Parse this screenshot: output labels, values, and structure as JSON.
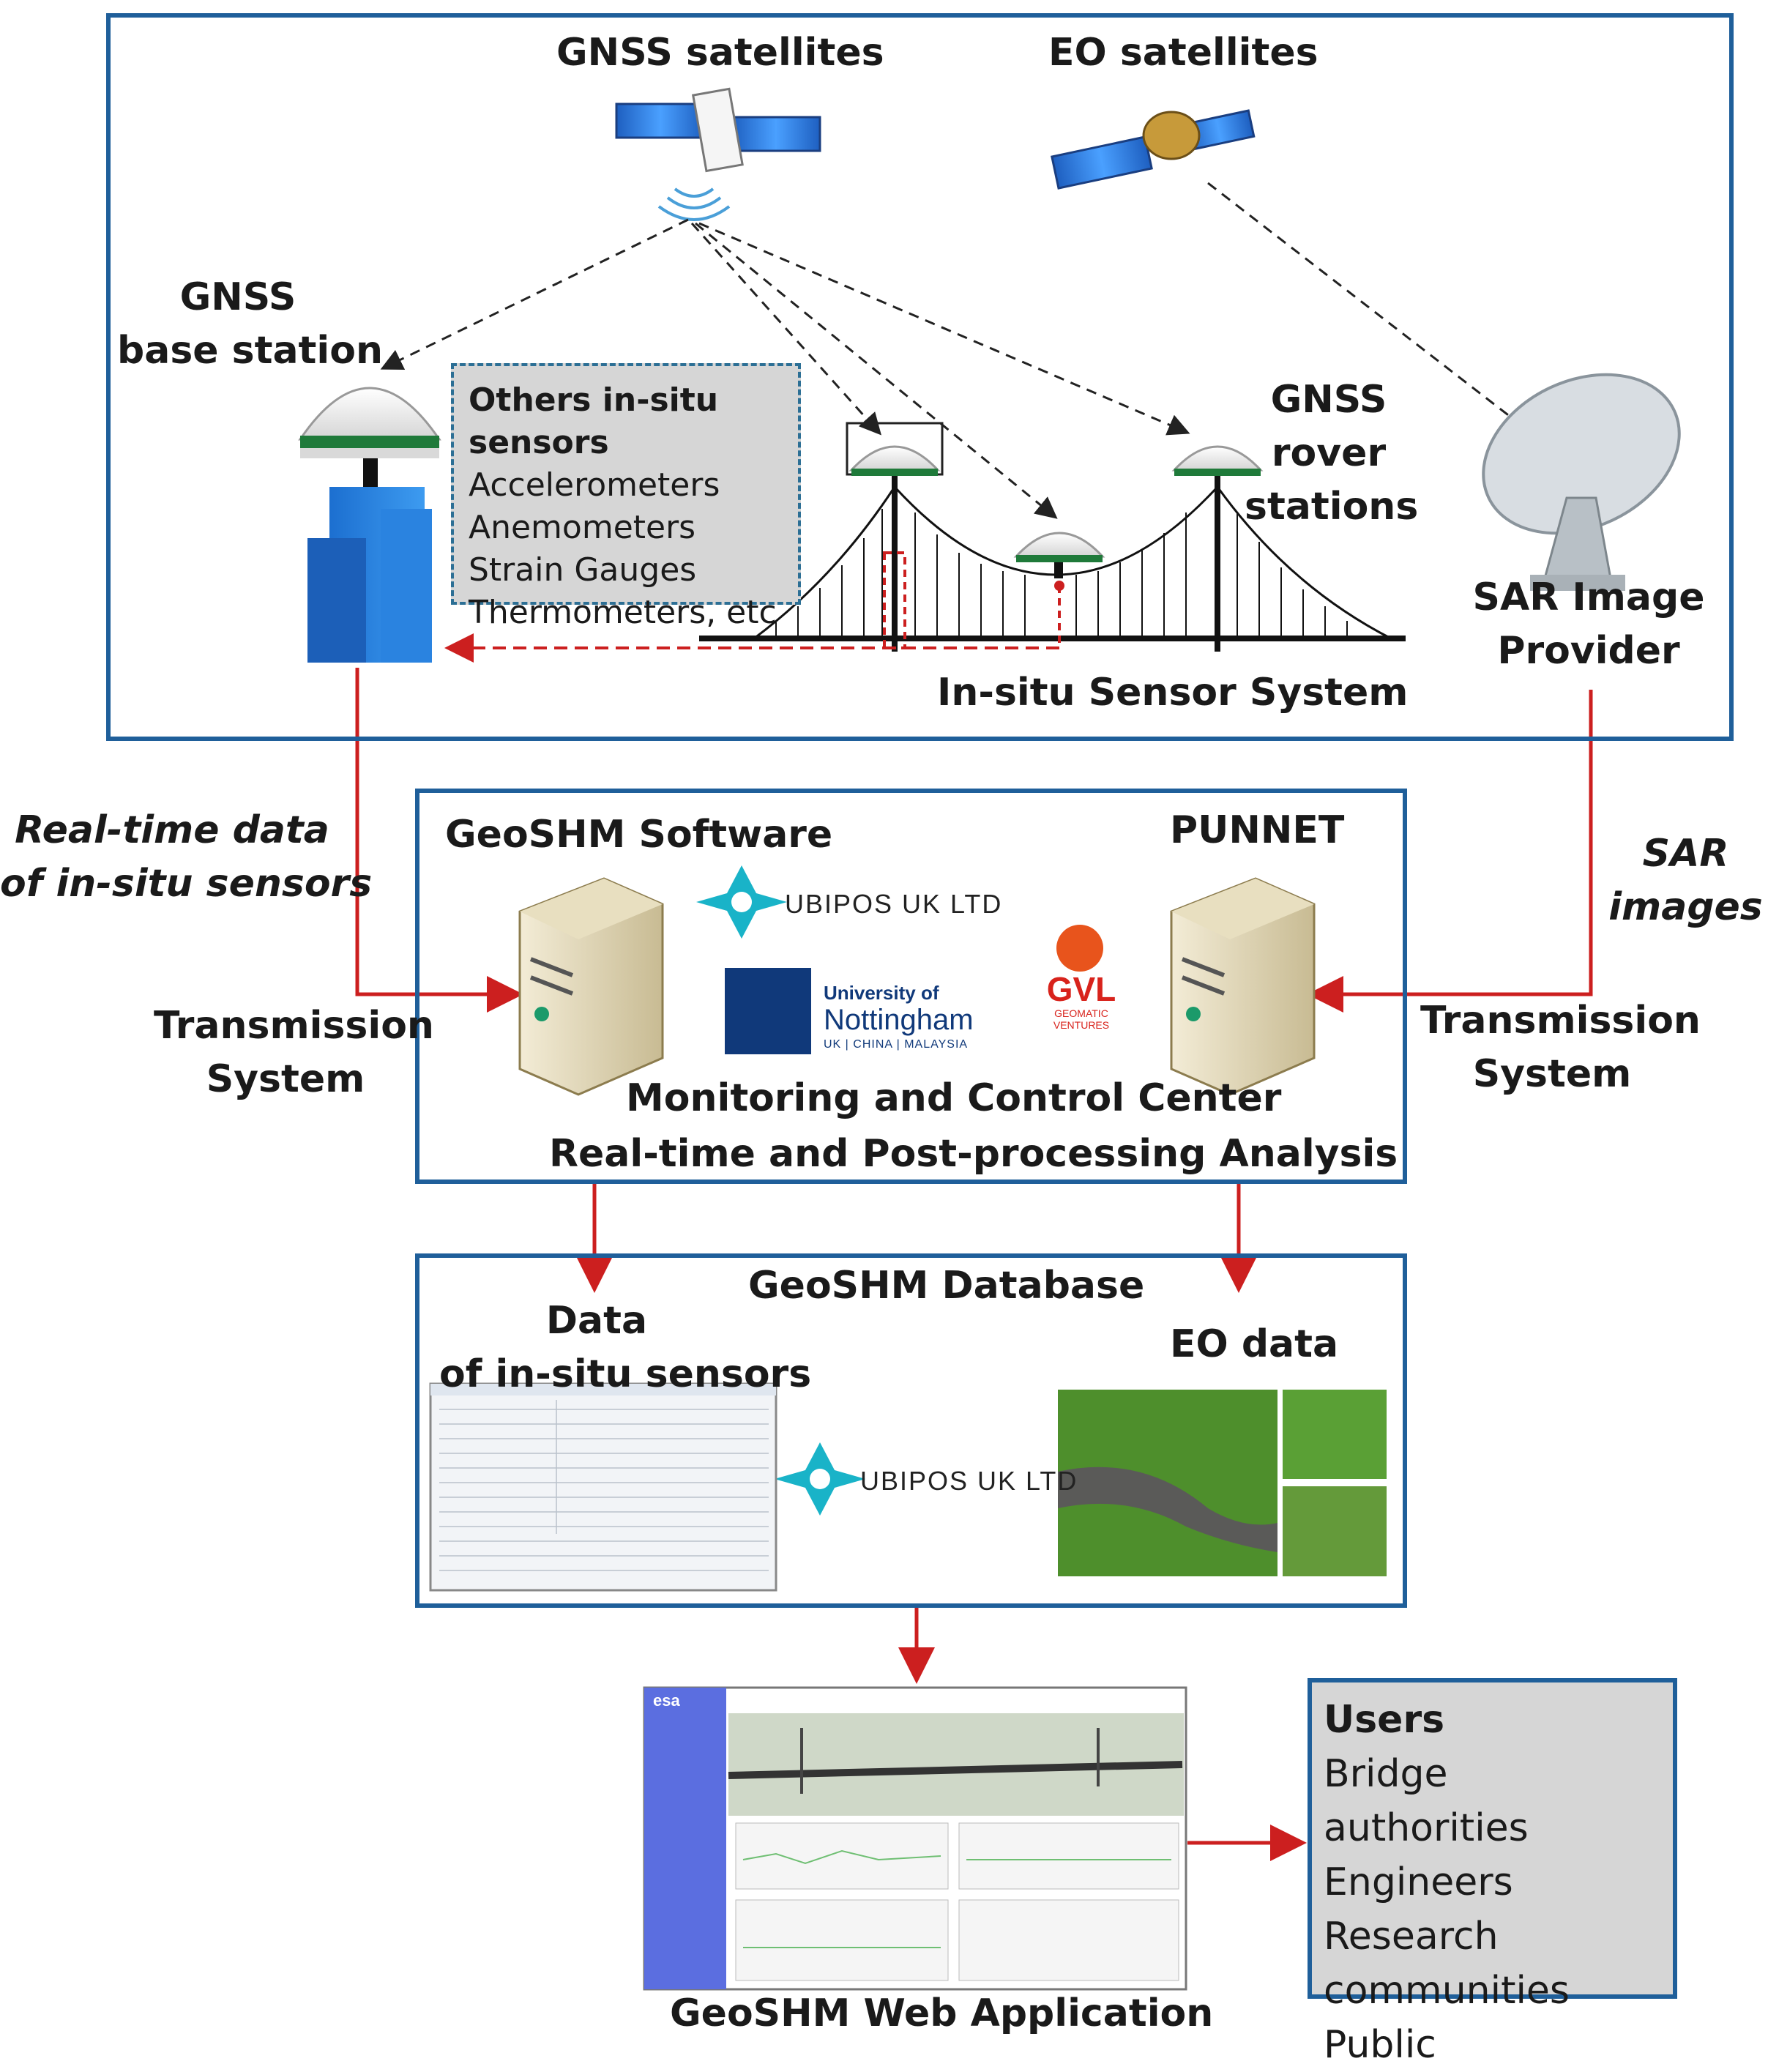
{
  "top": {
    "gnss_satellites": "GNSS satellites",
    "eo_satellites": "EO satellites",
    "gnss_base_station": [
      "GNSS",
      "base station"
    ],
    "others_title": "Others in-situ sensors",
    "others_items": [
      "Accelerometers",
      "Anemometers",
      "Strain Gauges",
      "Thermometers, etc"
    ],
    "gnss_rover": [
      "GNSS",
      "rover",
      "stations"
    ],
    "sar_provider": [
      "SAR Image",
      "Provider"
    ],
    "insitu_system": "In-situ Sensor System"
  },
  "side": {
    "realtime_data": [
      "Real-time data",
      "of in-situ sensors"
    ],
    "sar_images": [
      "SAR",
      "images"
    ],
    "transmission_left": [
      "Transmission",
      "System"
    ],
    "transmission_right": [
      "Transmission",
      "System"
    ]
  },
  "center": {
    "geoshm_software": "GeoSHM Software",
    "punnet": "PUNNET",
    "ubipos": "UBIPOS UK LTD",
    "uon_line1": "University of",
    "uon_line2": "Nottingham",
    "uon_line3": "UK | CHINA | MALAYSIA",
    "gvl": "GVL",
    "gvl_sub": "GEOMATIC VENTURES",
    "monitoring": "Monitoring and Control Center",
    "analysis": "Real-time and Post-processing Analysis"
  },
  "database": {
    "title": "GeoSHM Database",
    "data_insitu": [
      "Data",
      "of in-situ sensors"
    ],
    "eo_data": "EO data",
    "ubipos": "UBIPOS UK LTD"
  },
  "web": {
    "title": "GeoSHM Web Application",
    "esa": "esa"
  },
  "users": {
    "title": "Users",
    "items": [
      "Bridge authorities",
      "Engineers",
      "Research",
      "communities",
      "Public"
    ]
  },
  "colors": {
    "frame": "#1f5f9a",
    "arrow_red": "#cc1f1f",
    "dash": "#2c6f95"
  }
}
